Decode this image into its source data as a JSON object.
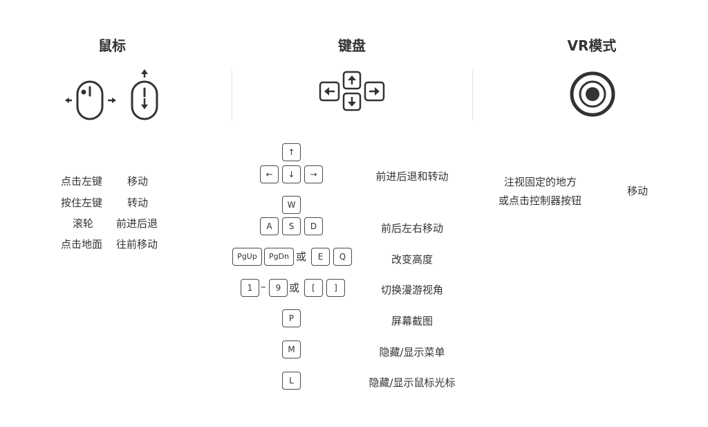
{
  "mouse": {
    "title": "鼠标",
    "rows": [
      {
        "action": "点击左键",
        "result": "移动"
      },
      {
        "action": "按住左键",
        "result": "转动"
      },
      {
        "action": "滚轮",
        "result": "前进后退"
      },
      {
        "action": "点击地面",
        "result": "往前移动"
      }
    ]
  },
  "keyboard": {
    "title": "键盘",
    "arrows": {
      "up": "↑",
      "left": "←",
      "down": "↓",
      "right": "→",
      "desc": "前进后退和转动"
    },
    "wasd": {
      "w": "W",
      "a": "A",
      "s": "S",
      "d": "D",
      "desc": "前后左右移动"
    },
    "height": {
      "k1": "PgUp",
      "k2": "PgDn",
      "or": "或",
      "k3": "E",
      "k4": "Q",
      "desc": "改变高度"
    },
    "view": {
      "k1": "1",
      "dash": "–",
      "k2": "9",
      "or": "或",
      "k3": "[",
      "k4": "]",
      "desc": "切换漫游视角"
    },
    "screenshot": {
      "key": "P",
      "desc": "屏幕截图"
    },
    "menu": {
      "key": "M",
      "desc": "隐藏/显示菜单"
    },
    "cursor": {
      "key": "L",
      "desc": "隐藏/显示鼠标光标"
    }
  },
  "vr": {
    "title": "VR模式",
    "line1": "注视固定的地方",
    "line2": "或点击控制器按钮",
    "result": "移动"
  }
}
